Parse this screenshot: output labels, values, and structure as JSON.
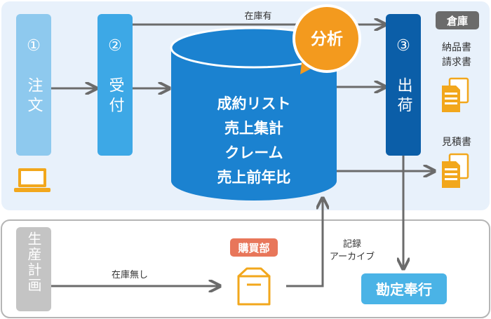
{
  "flow": {
    "order": {
      "num": "①",
      "label": "注文"
    },
    "receive": {
      "num": "②",
      "label": "受付"
    },
    "ship": {
      "num": "③",
      "label": "出荷"
    },
    "plan": {
      "label": "生産計画"
    }
  },
  "database": {
    "lines": [
      "成約リスト",
      "売上集計",
      "クレーム",
      "売上前年比"
    ]
  },
  "analysis_badge": "分析",
  "warehouse_badge": "倉庫",
  "documents": {
    "delivery_invoice": [
      "納品書",
      "請求書"
    ],
    "estimate": "見積書"
  },
  "purchasing_badge": "購買部",
  "accounting_badge": "勘定奉行",
  "edge_labels": {
    "in_stock": "在庫有",
    "out_of_stock": "在庫無し",
    "archive": [
      "記録",
      "アーカイブ"
    ]
  },
  "colors": {
    "panel_top": "#e8f1fb",
    "order_box": "#8ec9ee",
    "receive_box": "#3da8e6",
    "ship_box": "#0b5ea8",
    "database": "#1b82d0",
    "analysis": "#f39a1e",
    "badge_red": "#e8765a",
    "accounting": "#4ab3e6",
    "arrow": "#6b6b6b"
  }
}
